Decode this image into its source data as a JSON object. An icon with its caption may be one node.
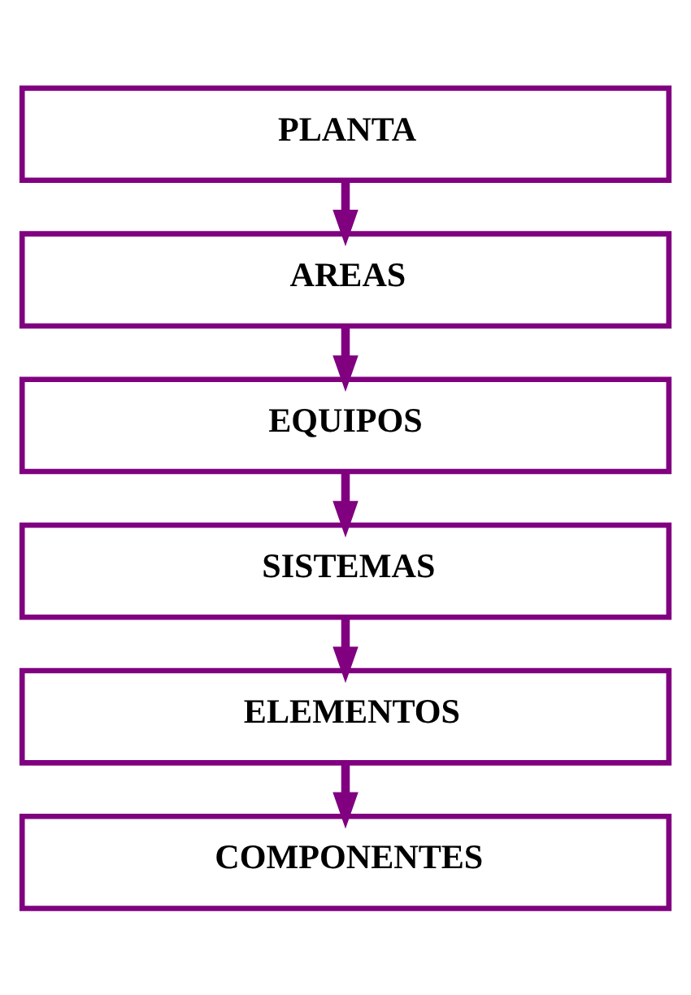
{
  "diagram": {
    "nodes": [
      {
        "text": [
          "PLANTA"
        ]
      },
      {
        "text": [
          "AREAS"
        ]
      },
      {
        "text": [
          "EQUIPOS"
        ]
      },
      {
        "text": [
          "SISTEMAS"
        ]
      },
      {
        "text": [
          "ELEMENTOS"
        ]
      },
      {
        "text": [
          "COMPONENTES"
        ]
      }
    ],
    "edges": [
      {
        "from": 0,
        "to": 1,
        "arrow": "to"
      },
      {
        "from": 1,
        "to": 2,
        "arrow": "to"
      },
      {
        "from": 2,
        "to": 3,
        "arrow": "to"
      },
      {
        "from": 3,
        "to": 4,
        "arrow": "to"
      },
      {
        "from": 4,
        "to": 5,
        "arrow": "to"
      }
    ]
  }
}
